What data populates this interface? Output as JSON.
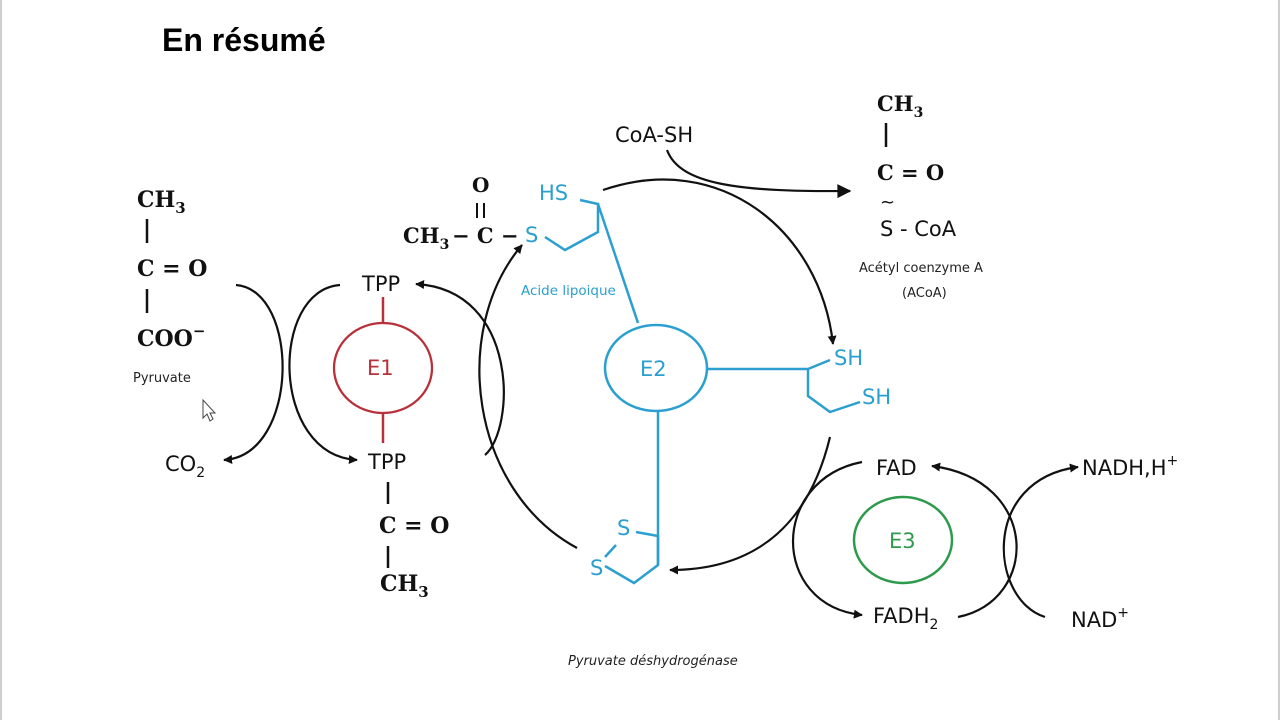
{
  "title": "En résumé",
  "colors": {
    "black": "#111111",
    "e1_red": "#b8303a",
    "e2_blue": "#2a9fd0",
    "e3_green": "#2d9a4c",
    "cursor": "#ffffff"
  },
  "pyruvate": {
    "ch3": "CH",
    "ch3_sub": "3",
    "c_o": "C = O",
    "coo": "COO",
    "coo_sup": "−",
    "label": "Pyruvate"
  },
  "co2": {
    "text": "CO",
    "sub": "2"
  },
  "e1": {
    "label": "E1",
    "tpp_top": "TPP",
    "tpp_bottom": "TPP",
    "c_o": "C = O",
    "ch3": "CH",
    "ch3_sub": "3"
  },
  "acetyl_lipoamide": {
    "o": "O",
    "ch3": "CH",
    "ch3_sub": "3",
    "dash_c": "− C −",
    "s": "S",
    "hs": "HS"
  },
  "e2": {
    "label": "E2",
    "lipoic_label": "Acide lipoique",
    "sh_top": "SH",
    "sh_bottom": "SH",
    "s_top": "S",
    "s_bottom": "S"
  },
  "coa_sh": "CoA-SH",
  "acetyl_coa": {
    "ch3": "CH",
    "ch3_sub": "3",
    "c_o": "C = O",
    "tilde": "~",
    "s_coa": "S - CoA",
    "label_line1": "Acétyl coenzyme A",
    "label_line2": "(ACoA)"
  },
  "e3": {
    "label": "E3",
    "fad": "FAD",
    "fadh2": "FADH",
    "fadh2_sub": "2",
    "nadh": "NADH,H",
    "nadh_sup": "+",
    "nad": "NAD",
    "nad_sup": "+"
  },
  "complex_label": "Pyruvate déshydrogénase"
}
